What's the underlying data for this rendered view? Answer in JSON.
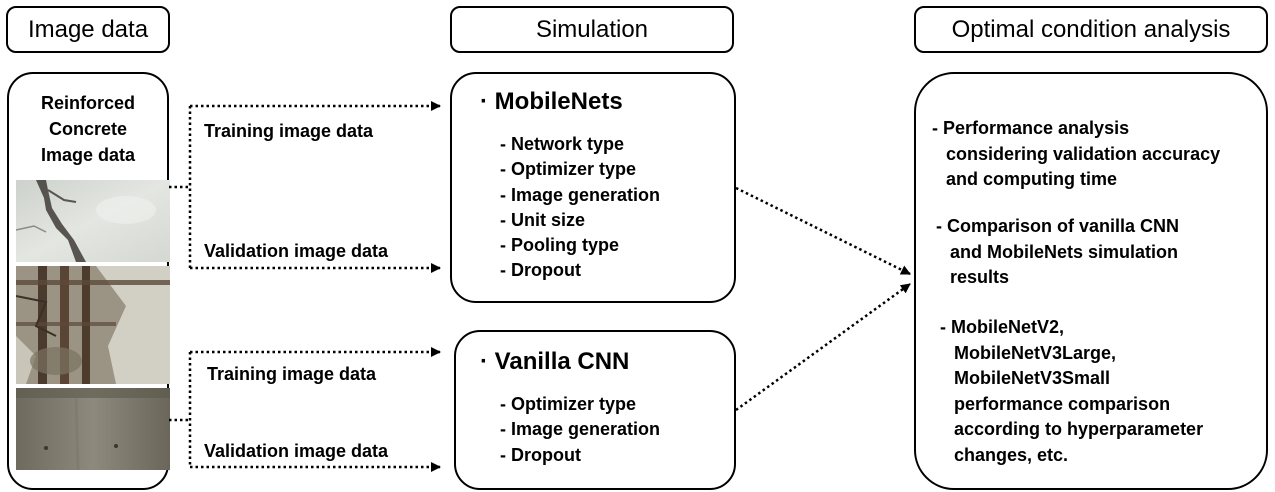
{
  "headers": {
    "image_data": "Image data",
    "simulation": "Simulation",
    "optimal": "Optimal condition analysis"
  },
  "image_panel": {
    "title_lines": [
      "Reinforced",
      "Concrete",
      "Image data"
    ]
  },
  "edge_labels": {
    "training_top": "Training image data",
    "validation_top": "Validation image data",
    "training_bottom": "Training image data",
    "validation_bottom": "Validation image data"
  },
  "mobilenets": {
    "title": "· MobileNets",
    "items": [
      "- Network type",
      "- Optimizer type",
      "- Image generation",
      "- Unit size",
      "- Pooling type",
      "- Dropout"
    ]
  },
  "vanilla": {
    "title": "· Vanilla CNN",
    "items": [
      "- Optimizer type",
      "- Image generation",
      "- Dropout"
    ]
  },
  "analysis": {
    "items": [
      [
        "- Performance analysis",
        "considering validation accuracy",
        "and computing time"
      ],
      [
        "- Comparison of vanilla CNN",
        "and MobileNets simulation",
        "results"
      ],
      [
        "- MobileNetV2,",
        "MobileNetV3Large,",
        "MobileNetV3Small",
        "performance comparison",
        "according to hyperparameter",
        "changes, etc."
      ]
    ]
  }
}
